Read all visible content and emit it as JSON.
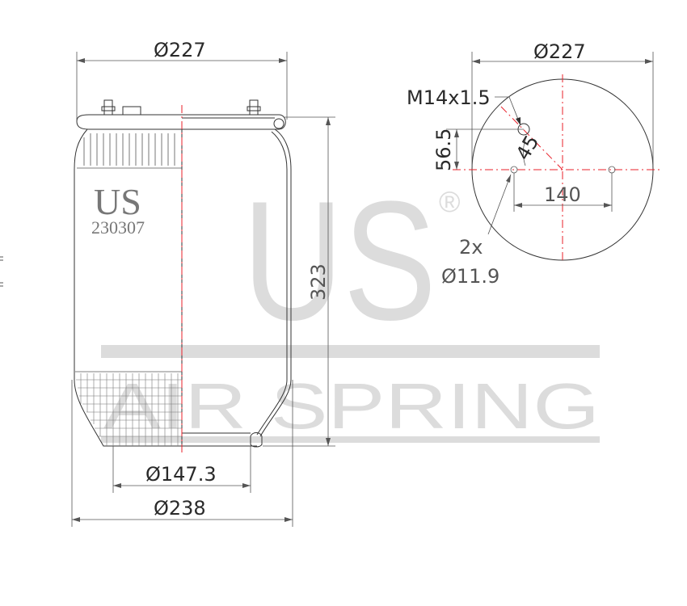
{
  "watermark": {
    "logo_text": "US",
    "registered_mark": "®",
    "brand_line": "AIR SPRING"
  },
  "product": {
    "brand": "US",
    "part_number": "230307"
  },
  "side_view": {
    "top_diameter": "Ø227",
    "height": "323",
    "piston_diameter": "Ø147.3",
    "bottom_diameter": "Ø238"
  },
  "top_view": {
    "plate_diameter": "Ø227",
    "thread_label": "M14x1.5",
    "offset": "56.5",
    "angle": "45",
    "hole_spacing": "140",
    "hole_count": "2x",
    "hole_diameter": "Ø11.9"
  },
  "colors": {
    "centerline": "#e8202a",
    "outline": "#333333",
    "watermark": "#dcdcdc"
  }
}
